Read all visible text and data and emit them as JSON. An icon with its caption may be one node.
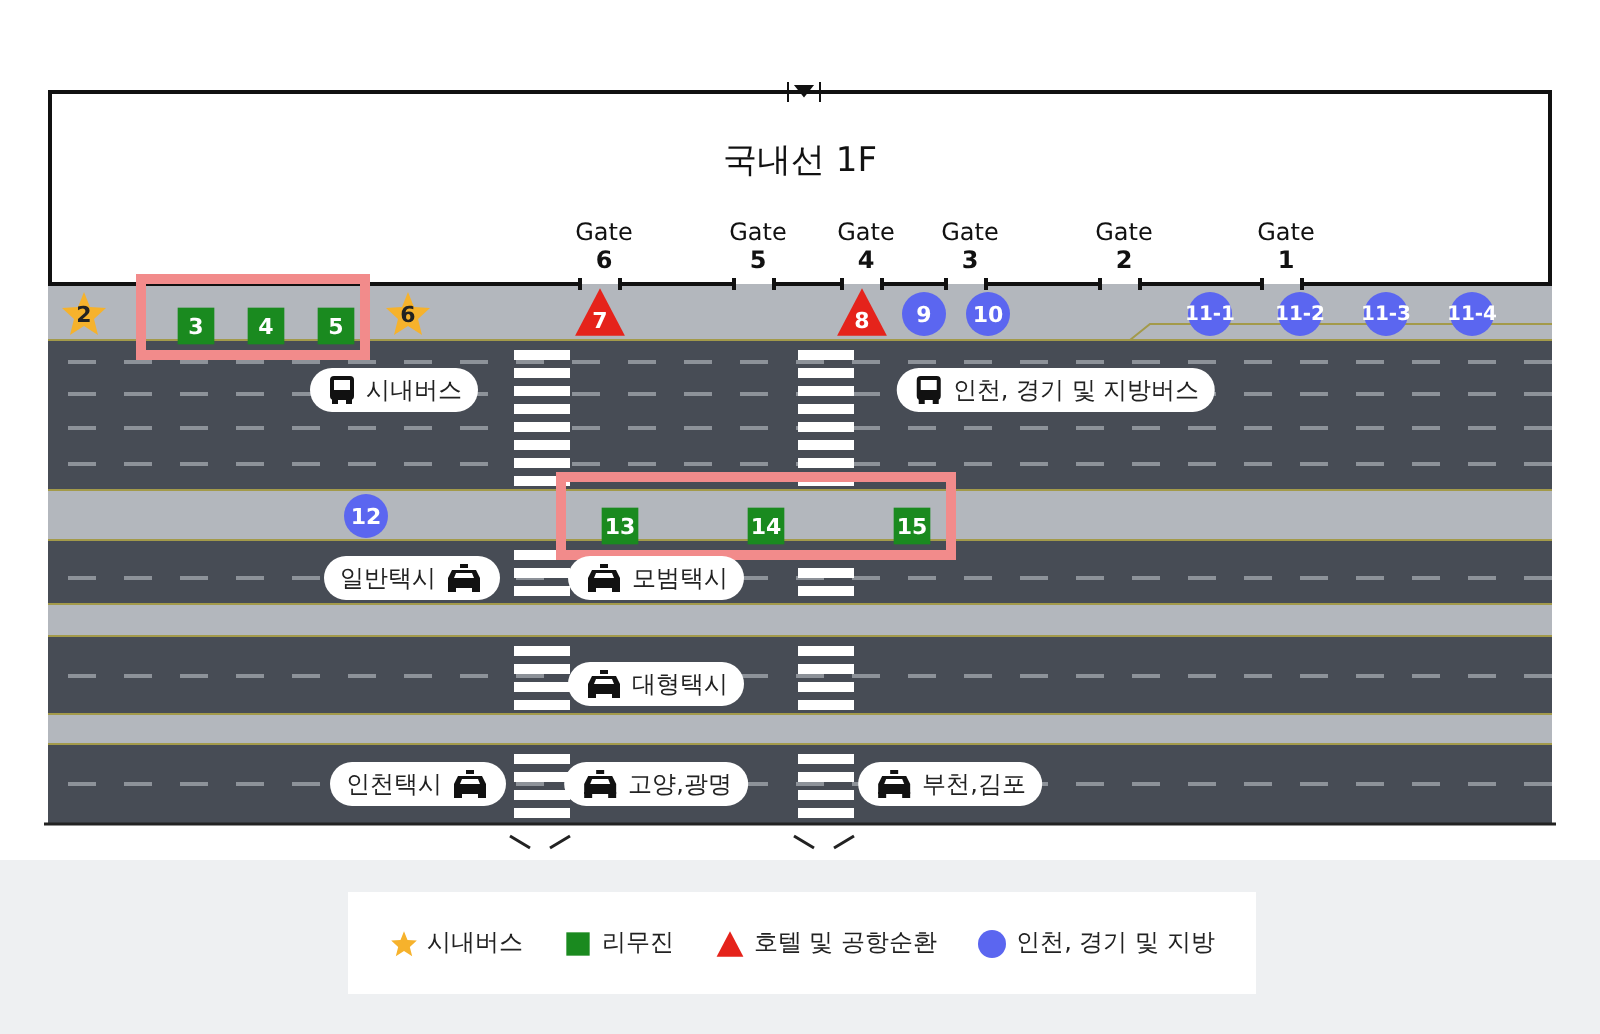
{
  "diagram": {
    "nodes": [
      {
        "text": [
          "국내선 1F"
        ]
      },
      {
        "text": [
          "2"
        ]
      },
      {
        "text": [],
        "shape": "box"
      },
      {
        "text": [
          "3"
        ],
        "in": 2
      },
      {
        "text": [
          "4"
        ],
        "in": 2
      },
      {
        "text": [
          "5"
        ],
        "in": 2
      },
      {
        "text": [
          "6"
        ]
      },
      {
        "text": [
          "7"
        ]
      },
      {
        "text": [
          "8"
        ]
      },
      {
        "text": [
          "9"
        ]
      },
      {
        "text": [
          "10"
        ]
      },
      {
        "text": [
          "11-1"
        ]
      },
      {
        "text": [
          "11-2"
        ]
      },
      {
        "text": [
          "11-3"
        ]
      },
      {
        "text": [
          "11-4"
        ]
      },
      {
        "text": [
          "12"
        ]
      },
      {
        "text": [],
        "shape": "box"
      },
      {
        "text": [
          "13"
        ],
        "in": 16
      },
      {
        "text": [
          "14"
        ],
        "in": 16
      },
      {
        "text": [
          "15"
        ],
        "in": 16
      },
      {
        "text": [
          "시내버스"
        ]
      },
      {
        "text": [
          "인천, 경기 및 지방버스"
        ]
      },
      {
        "text": [
          "일반택시"
        ]
      },
      {
        "text": [
          "모범택시"
        ]
      },
      {
        "text": [
          "대형택시"
        ]
      },
      {
        "text": [
          "인천택시"
        ]
      },
      {
        "text": [
          "고양,광명"
        ]
      },
      {
        "text": [
          "부천,김포"
        ]
      }
    ],
    "labels": [
      "Gate **6**",
      "Gate **5**",
      "Gate **4**",
      "Gate **3**",
      "Gate **2**",
      "Gate **1**"
    ],
    "legend": [
      {
        "text": "시내버스",
        "color": "#f6b22c"
      },
      {
        "text": "리무진",
        "color": "#1a8a1f"
      },
      {
        "text": "호텔 및 공항순환",
        "color": "#e5231b"
      },
      {
        "text": "인천, 경기 및 지방",
        "color": "#5b66f0"
      }
    ]
  }
}
